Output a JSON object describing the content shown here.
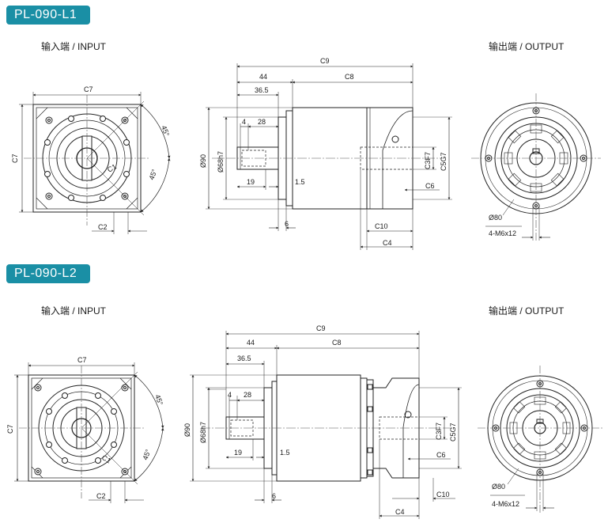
{
  "sections": [
    {
      "model": "PL-090-L1",
      "input_label": "输入端 / INPUT",
      "output_label": "输出端 / OUTPUT",
      "input_dims": {
        "width": "C7",
        "height": "C7",
        "angle_top": "45°",
        "angle_bottom": "45°",
        "keyway": "C1",
        "key_offset": "C2"
      },
      "side_dims": {
        "overall": "C9",
        "input_len": "44",
        "flange_len": "36.5",
        "body_len": "C8",
        "shaft_4": "4",
        "shaft_28": "28",
        "shaft_19": "19",
        "gap": "1.5",
        "dia_body": "Ø90",
        "dia_pilot": "Ø68h7",
        "flange_6": "6",
        "out_c3": "C3F7",
        "out_c5": "C5G7",
        "out_c6": "C6",
        "out_c10": "C10",
        "out_c4": "C4"
      },
      "output_dims": {
        "pcd": "Ø80",
        "holes": "4-M6x12"
      }
    },
    {
      "model": "PL-090-L2",
      "input_label": "输入端 / INPUT",
      "output_label": "输出端 / OUTPUT",
      "input_dims": {
        "width": "C7",
        "height": "C7",
        "angle_top": "45°",
        "angle_bottom": "45°",
        "keyway": "C1",
        "key_offset": "C2"
      },
      "side_dims": {
        "overall": "C9",
        "input_len": "44",
        "flange_len": "36.5",
        "body_len": "C8",
        "shaft_4": "4",
        "shaft_28": "28",
        "shaft_19": "19",
        "gap": "1.5",
        "dia_body": "Ø90",
        "dia_pilot": "Ø68h7",
        "flange_6": "6",
        "out_c3": "C3F7",
        "out_c5": "C5G7",
        "out_c6": "C6",
        "out_c10": "C10",
        "out_c4": "C4"
      },
      "output_dims": {
        "pcd": "Ø80",
        "holes": "4-M6x12"
      }
    }
  ],
  "colors": {
    "tag_bg": "#1a8fa5",
    "line": "#222222",
    "center": "#555555"
  }
}
